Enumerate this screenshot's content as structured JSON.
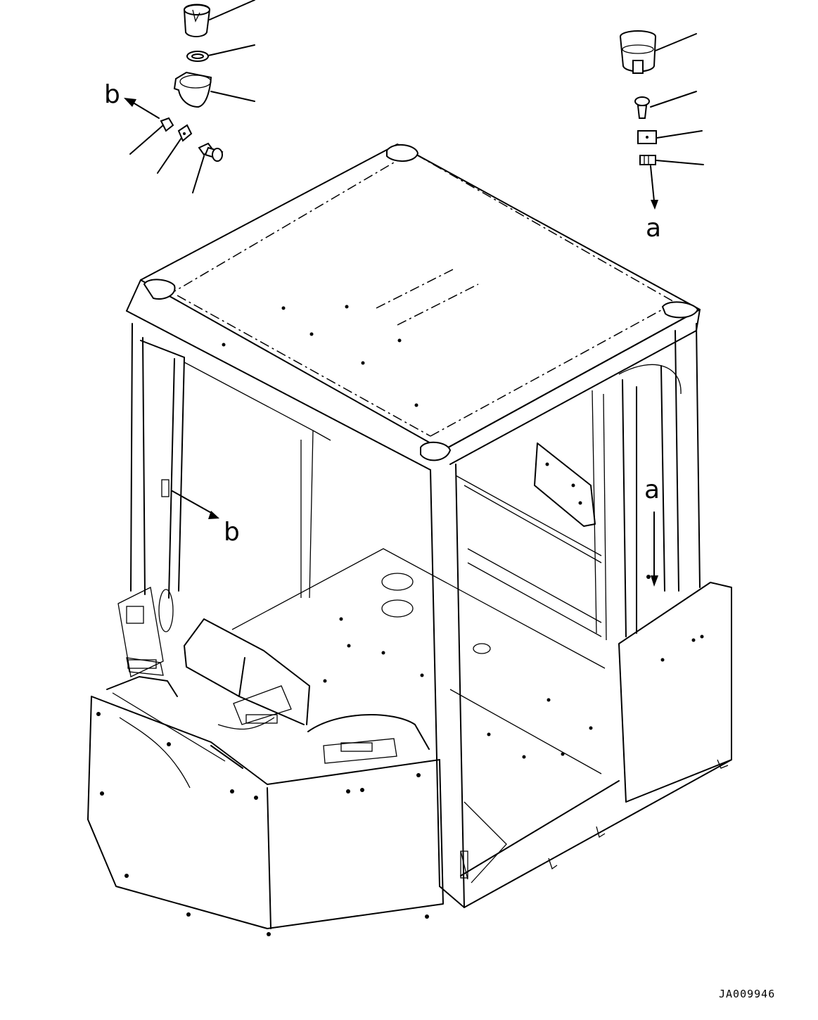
{
  "callouts": {
    "a_top": "a",
    "a_body": "a",
    "b_top": "b",
    "b_body": "b"
  },
  "document_code": "JA009946",
  "colors": {
    "line": "#000000",
    "background": "#ffffff"
  }
}
